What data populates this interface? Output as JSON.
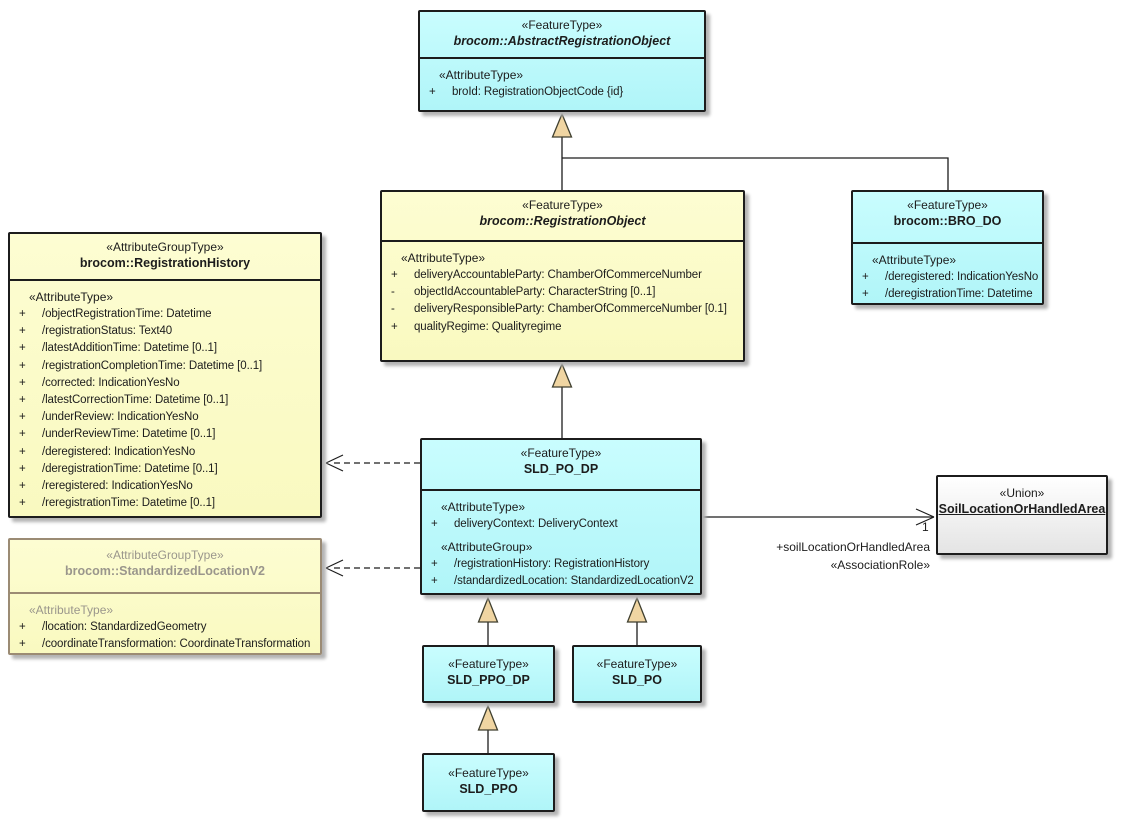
{
  "classes": {
    "aro": {
      "stereotype": "«FeatureType»",
      "name": "brocom::AbstractRegistrationObject",
      "sections": [
        {
          "heading": "«AttributeType»",
          "rows": [
            [
              "+",
              "broId: RegistrationObjectCode {id}"
            ]
          ]
        }
      ]
    },
    "ro": {
      "stereotype": "«FeatureType»",
      "name": "brocom::RegistrationObject",
      "sections": [
        {
          "heading": "«AttributeType»",
          "rows": [
            [
              "+",
              "deliveryAccountableParty: ChamberOfCommerceNumber"
            ],
            [
              "-",
              "objectIdAccountableParty: CharacterString [0..1]"
            ],
            [
              "-",
              "deliveryResponsibleParty: ChamberOfCommerceNumber [0.1]"
            ],
            [
              "+",
              "qualityRegime: Qualityregime"
            ]
          ]
        }
      ]
    },
    "bro_do": {
      "stereotype": "«FeatureType»",
      "name": "brocom::BRO_DO",
      "sections": [
        {
          "heading": "«AttributeType»",
          "rows": [
            [
              "+",
              "/deregistered: IndicationYesNo"
            ],
            [
              "+",
              "/deregistrationTime: Datetime"
            ]
          ]
        }
      ]
    },
    "rh": {
      "stereotype": "«AttributeGroupType»",
      "name": "brocom::RegistrationHistory",
      "sections": [
        {
          "heading": "«AttributeType»",
          "rows": [
            [
              "+",
              "/objectRegistrationTime: Datetime"
            ],
            [
              "+",
              "/registrationStatus: Text40"
            ],
            [
              "+",
              "/latestAdditionTime: Datetime [0..1]"
            ],
            [
              "+",
              "/registrationCompletionTime: Datetime [0..1]"
            ],
            [
              "+",
              "/corrected: IndicationYesNo"
            ],
            [
              "+",
              "/latestCorrectionTime: Datetime [0..1]"
            ],
            [
              "+",
              "/underReview: IndicationYesNo"
            ],
            [
              "+",
              "/underReviewTime: Datetime [0..1]"
            ],
            [
              "+",
              "/deregistered: IndicationYesNo"
            ],
            [
              "+",
              "/deregistrationTime: Datetime [0..1]"
            ],
            [
              "+",
              "/reregistered: IndicationYesNo"
            ],
            [
              "+",
              "/reregistrationTime: Datetime [0..1]"
            ]
          ]
        }
      ]
    },
    "slv2": {
      "stereotype": "«AttributeGroupType»",
      "name": "brocom::StandardizedLocationV2",
      "sections": [
        {
          "heading": "«AttributeType»",
          "rows": [
            [
              "+",
              "/location: StandardizedGeometry"
            ],
            [
              "+",
              "/coordinateTransformation: CoordinateTransformation"
            ]
          ]
        }
      ]
    },
    "sld_po_dp": {
      "stereotype": "«FeatureType»",
      "name": "SLD_PO_DP",
      "sections": [
        {
          "heading": "«AttributeType»",
          "rows": [
            [
              "+",
              "deliveryContext: DeliveryContext"
            ]
          ]
        },
        {
          "heading": "«AttributeGroup»",
          "rows": [
            [
              "+",
              "/registrationHistory: RegistrationHistory"
            ],
            [
              "+",
              "/standardizedLocation: StandardizedLocationV2"
            ]
          ]
        }
      ]
    },
    "union": {
      "stereotype": "«Union»",
      "name": "SoilLocationOrHandledArea",
      "sections": []
    },
    "sld_ppo_dp": {
      "stereotype": "«FeatureType»",
      "name": "SLD_PPO_DP",
      "sections": []
    },
    "sld_po": {
      "stereotype": "«FeatureType»",
      "name": "SLD_PO",
      "sections": []
    },
    "sld_ppo": {
      "stereotype": "«FeatureType»",
      "name": "SLD_PPO",
      "sections": []
    }
  },
  "association": {
    "multiplicity": "1",
    "role_label": "+soilLocationOrHandledArea",
    "stereotype_label": "«AssociationRole»"
  },
  "colors": {
    "feature_fill": "#b7fafc",
    "attribute_group_fill": "#fcfcc9",
    "union_fill_top": "#ffffff",
    "union_fill_bottom": "#e4e4e4",
    "border": "#1c1c1c",
    "muted_border": "#9b8b74",
    "muted_text": "#9a968c",
    "generalization_triangle_fill": "#f0d5a2",
    "shadow": "#b4b4b4"
  }
}
